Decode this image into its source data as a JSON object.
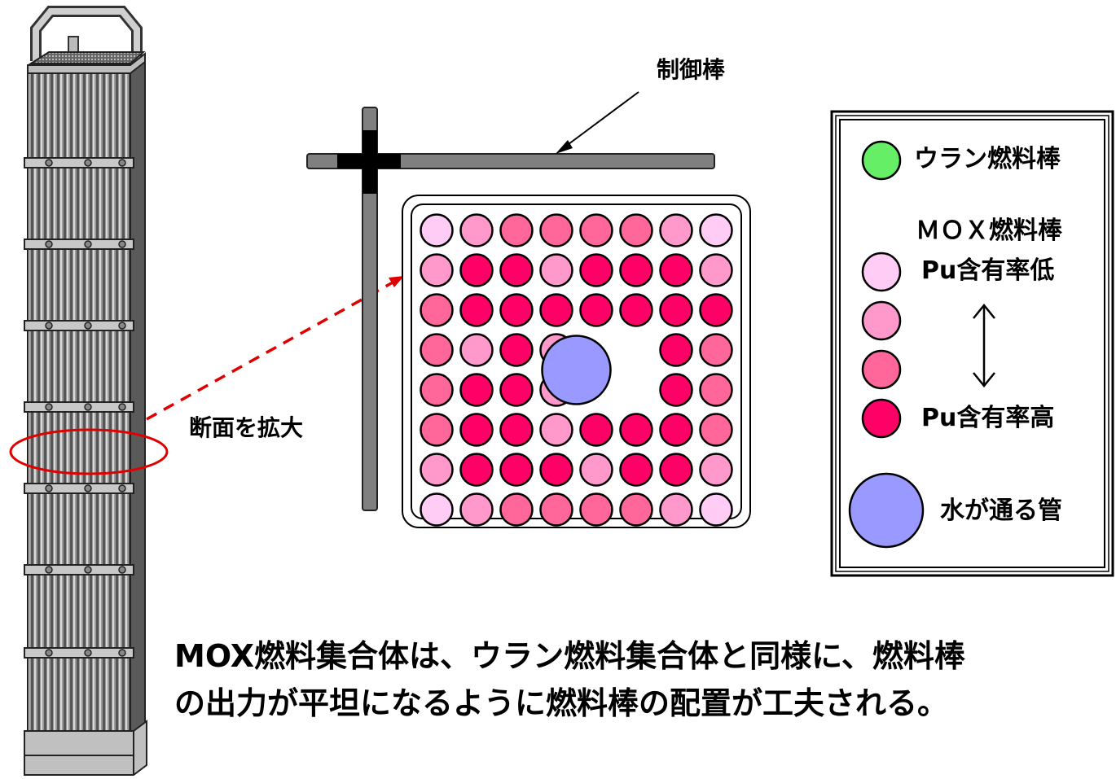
{
  "labels": {
    "control_rod": "制御棒",
    "cross_section": "断面を拡大"
  },
  "legend": {
    "uranium_rod": "ウラン燃料棒",
    "mox_rod": "ＭＯＸ燃料棒",
    "pu_low": "Pu含有率低",
    "pu_high": "Pu含有率高",
    "water_tube": "水が通る管"
  },
  "caption": {
    "line1": "MOX燃料集合体は、ウラン燃料集合体と同様に、燃料棒",
    "line2": "の出力が平坦になるように燃料棒の配置が工夫される。"
  },
  "colors": {
    "uranium": "#66ee66",
    "pu_very_low": "#ffccf5",
    "pu_low": "#ff99cc",
    "pu_mid": "#ff6699",
    "pu_high": "#ff0066",
    "water": "#9999ff",
    "highlight": "#e00000",
    "assembly": "#777777"
  },
  "rod_grid": {
    "codes": [
      "01222210",
      "13313331",
      "23333333",
      "2131WW32",
      "2331WW32",
      "23313332",
      "13331331",
      "01222210"
    ],
    "legend_key": {
      "0": "pu_very_low",
      "1": "pu_low",
      "2": "pu_mid",
      "3": "pu_high",
      "U": "uranium",
      "W": "water"
    }
  }
}
